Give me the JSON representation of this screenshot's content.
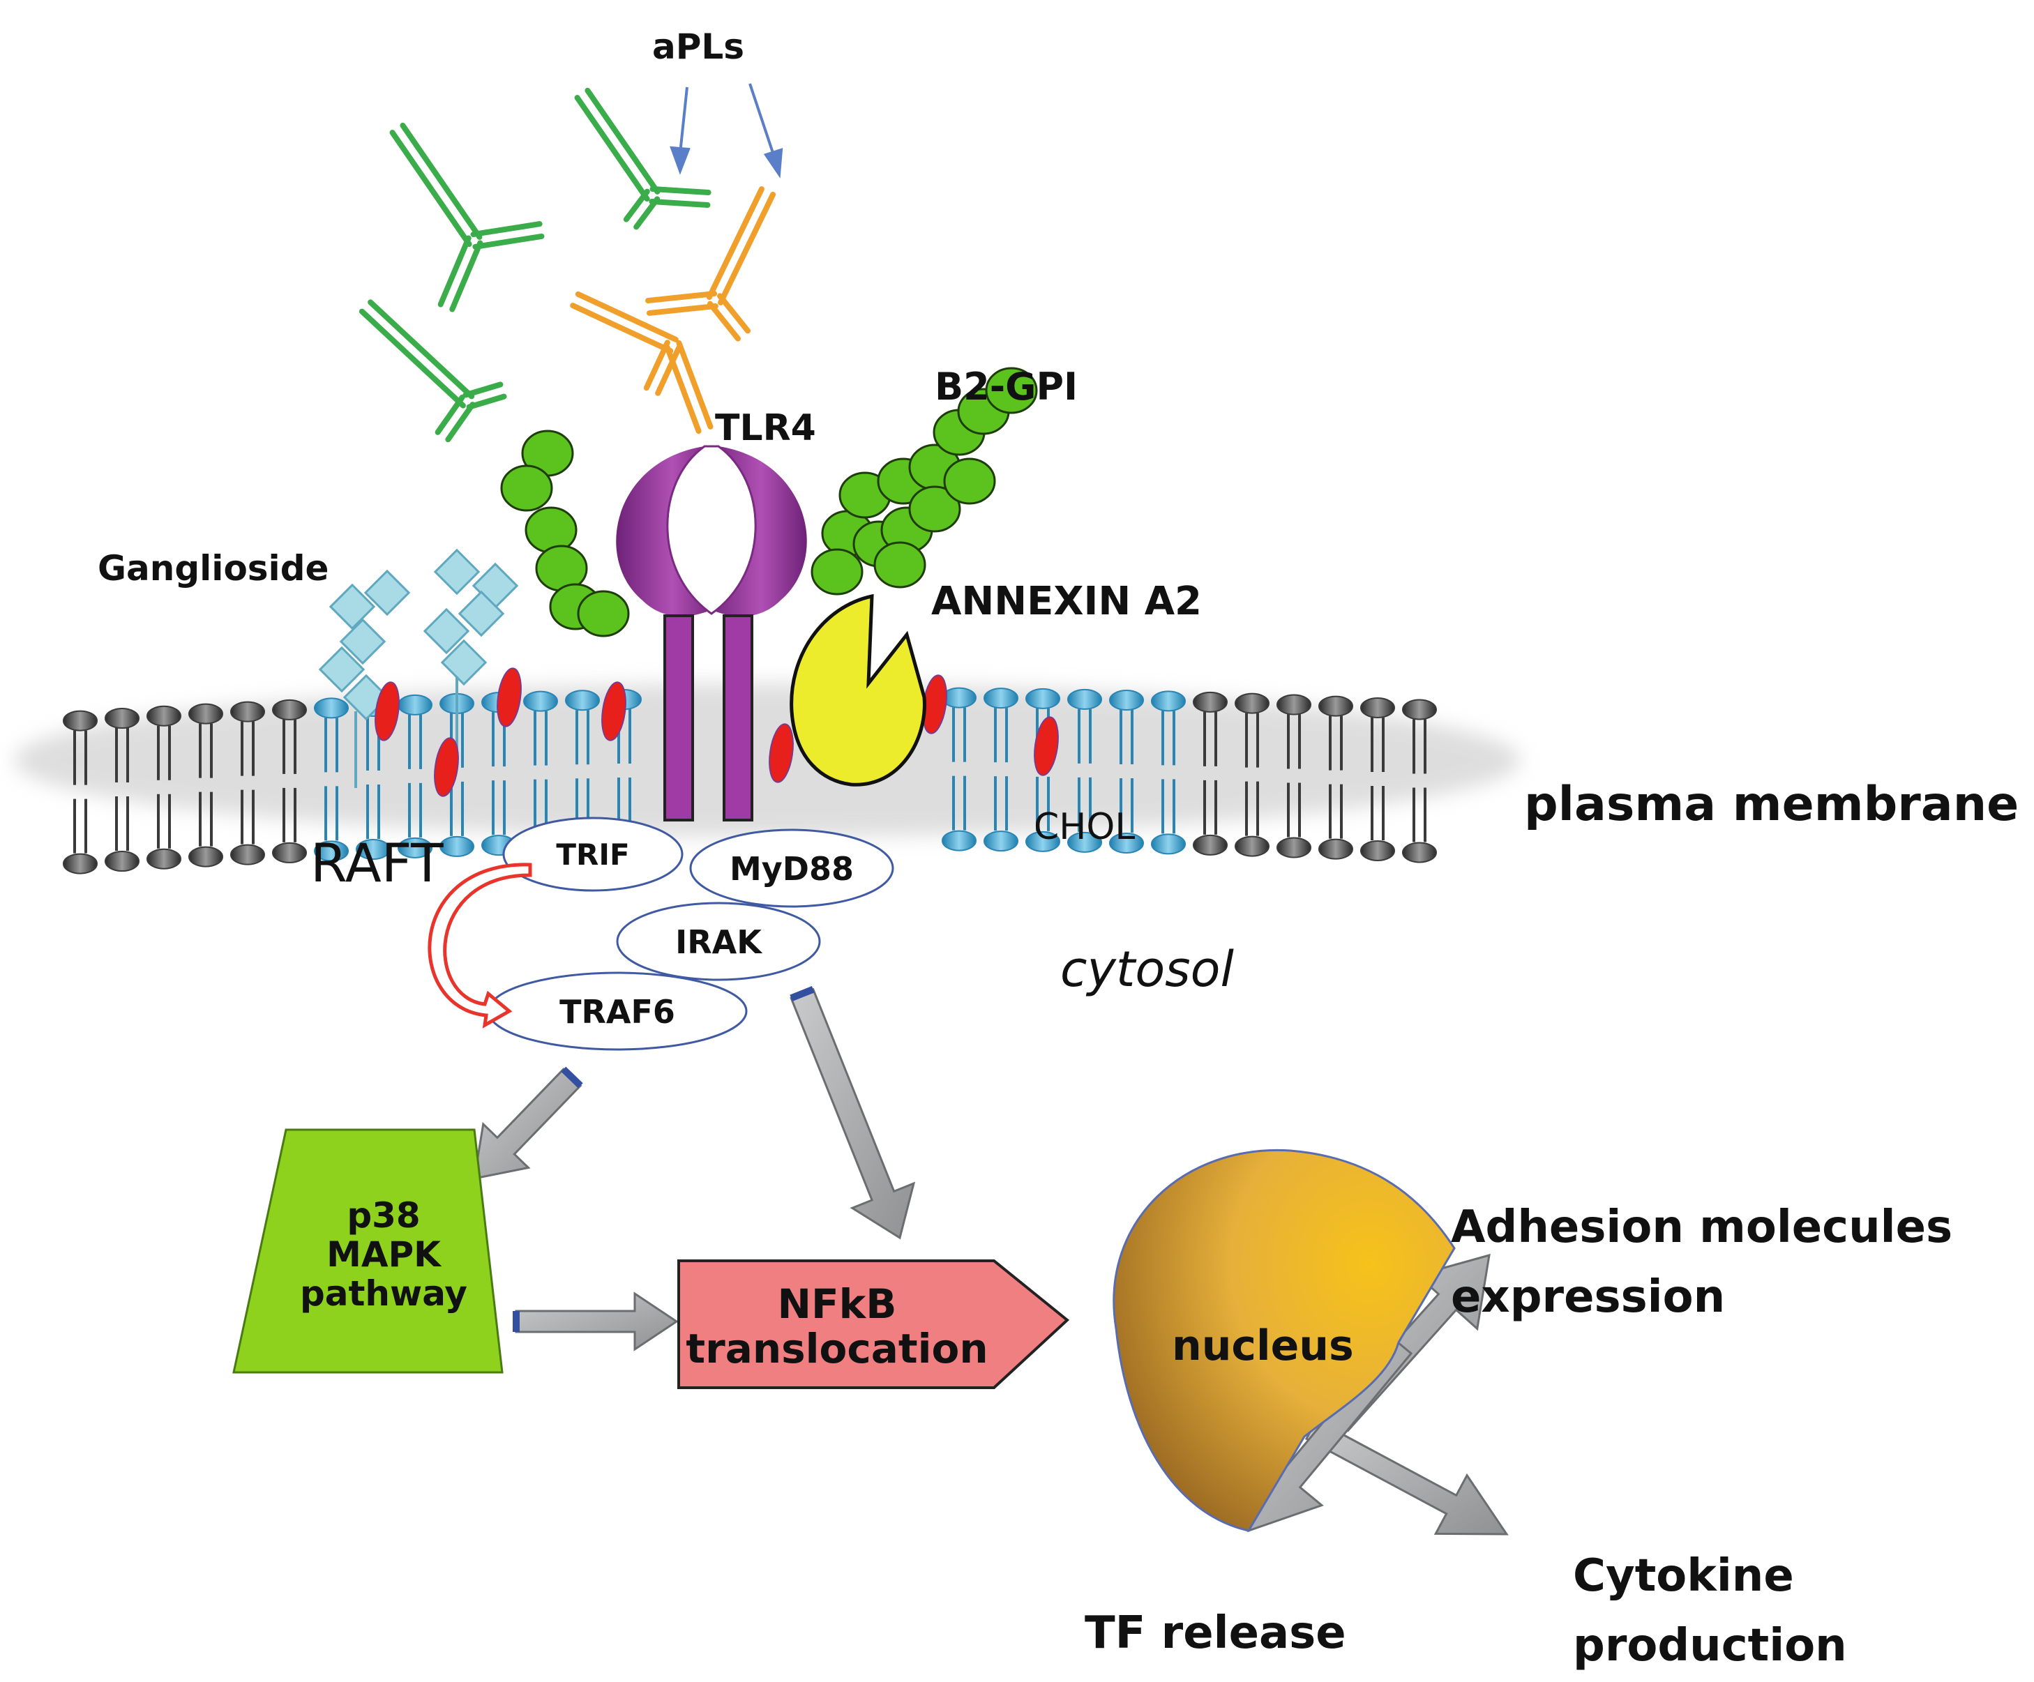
{
  "labels": {
    "apls": "aPLs",
    "tlr4": "TLR4",
    "b2gpi": "B2-GPI",
    "ganglioside": "Ganglioside",
    "annexin": "ANNEXIN A2",
    "plasma_membrane": "plasma membrane",
    "raft": "RAFT",
    "chol": "CHOL",
    "trif": "TRIF",
    "myd88": "MyD88",
    "irak": "IRAK",
    "traf6": "TRAF6",
    "cytosol": "cytosol",
    "p38": [
      "p38",
      "MAPK",
      "pathway"
    ],
    "nfkb": [
      "NFkB",
      "translocation"
    ],
    "nucleus": "nucleus",
    "adhesion": [
      "Adhesion molecules",
      "expression"
    ],
    "tf_release": "TF release",
    "cytokine": [
      "Cytokine",
      "production"
    ]
  },
  "colors": {
    "antibody_green": "#3aac4a",
    "antibody_orange": "#f0a02a",
    "b2gpi_green": "#5cc21e",
    "tlr4_purple": "#9a3c9e",
    "annexin_yellow": "#ecec2c",
    "ganglioside_teal": "#a8dbe6",
    "cholesterol_red": "#e8201c",
    "lipid_blue": "#3aa6d4",
    "lipid_gray": "#555555",
    "p38_green": "#8fd21e",
    "nfkb_pink": "#f07f82",
    "nucleus_gold": "#e8b62a",
    "arrow_gray": "#a9abad",
    "arrow_red": "#e8342a",
    "cap_blue": "#3350a0"
  }
}
